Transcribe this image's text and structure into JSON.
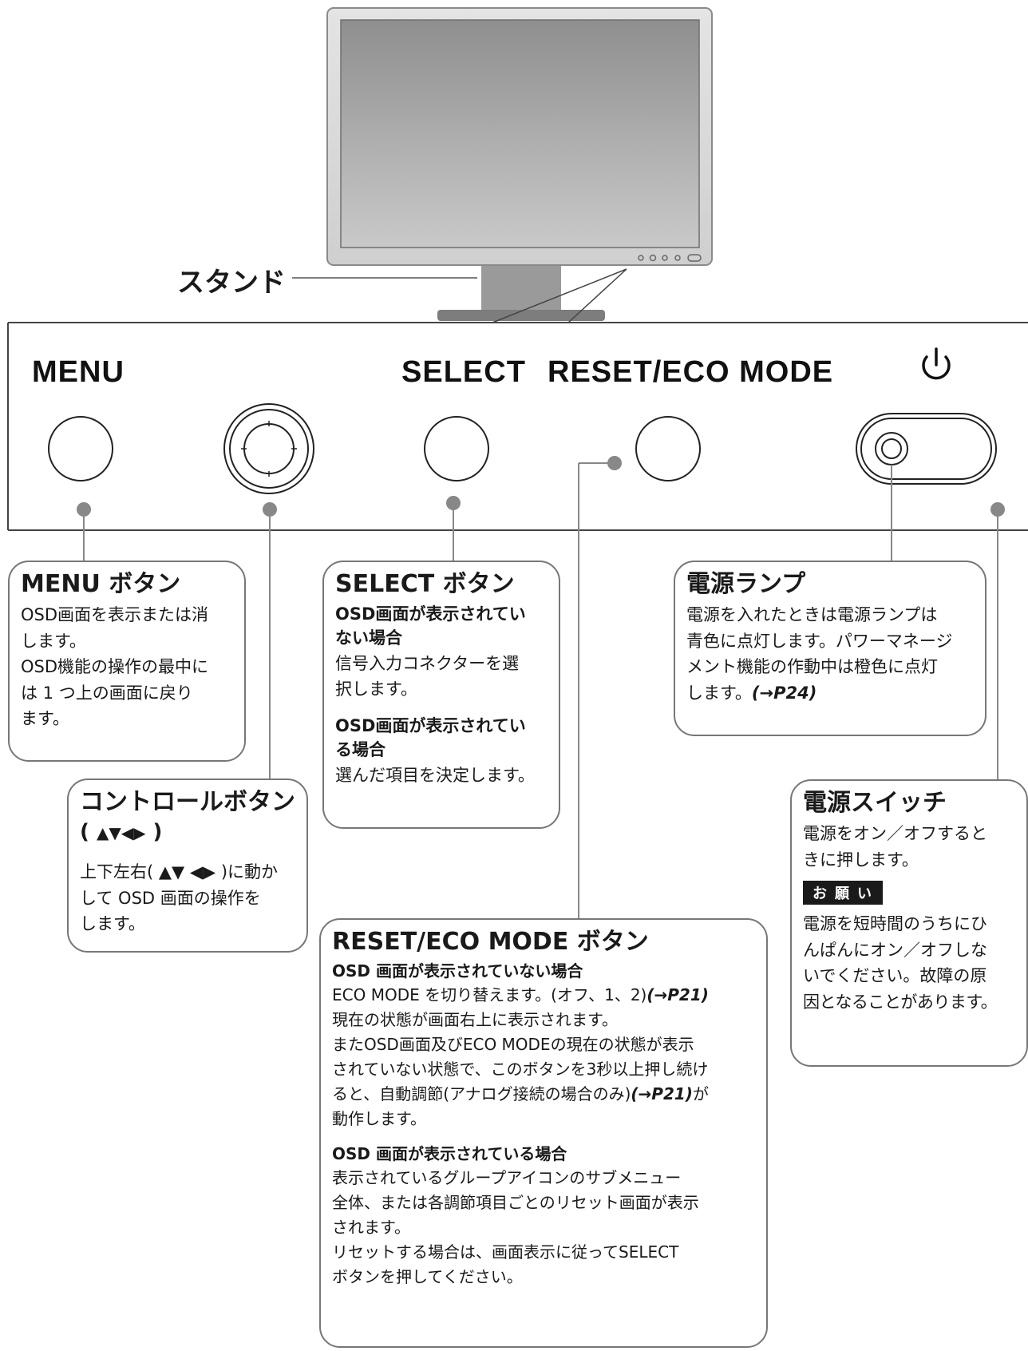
{
  "stand_label": "スタンド",
  "panel_labels": {
    "menu": "MENU",
    "select": "SELECT",
    "reset_eco": "RESET/ECO MODE"
  },
  "power_symbol": "power-icon",
  "menu_box": {
    "title": "MENU ボタン",
    "lines": [
      "OSD画面を表示または消",
      "します。",
      "OSD機能の操作の最中に",
      "は 1 つ上の画面に戻り",
      "ます。"
    ]
  },
  "control_box": {
    "title_line1": "コントロールボタン",
    "title_line2": "( ",
    "title_arrows": "▲▼◀▶",
    "title_line2_end": " )",
    "lines": [
      "上下左右( ▲▼ ◀▶ )に動か",
      "して OSD 画面の操作を",
      "します。"
    ]
  },
  "select_box": {
    "title": "SELECT ボタン",
    "sub1_l1": "OSD画面が表示されてい",
    "sub1_l2": "ない場合",
    "text1_l1": "信号入力コネクターを選",
    "text1_l2": "択します。",
    "sub2_l1": "OSD画面が表示されてい",
    "sub2_l2": "る場合",
    "text2": "選んだ項目を決定します。"
  },
  "lamp_box": {
    "title": "電源ランプ",
    "l1": "電源を入れたときは電源ランプは",
    "l2": "青色に点灯します。パワーマネージ",
    "l3": "メント機能の作動中は橙色に点灯",
    "l4_pre": "します。",
    "l4_ref": "(→P24)"
  },
  "switch_box": {
    "title": "電源スイッチ",
    "l1": "電源をオン／オフすると",
    "l2": "きに押します。",
    "note_badge": "お願い",
    "n1": "電源を短時間のうちにひ",
    "n2": "んぱんにオン／オフしな",
    "n3": "いでください。故障の原",
    "n4": "因となることがあります。"
  },
  "reset_box": {
    "title": "RESET/ECO MODE ボタン",
    "sub1": "OSD 画面が表示されていない場合",
    "t1_pre": "ECO MODE を切り替えます。(オフ、1、2)",
    "t1_ref": "(→P21)",
    "t2": "現在の状態が画面右上に表示されます。",
    "t3": "またOSD画面及びECO MODEの現在の状態が表示",
    "t4": "されていない状態で、このボタンを3秒以上押し続け",
    "t5_pre": "ると、自動調節(アナログ接続の場合のみ)",
    "t5_ref": "(→P21)",
    "t5_post": "が",
    "t6": "動作します。",
    "sub2": "OSD 画面が表示されている場合",
    "u1": "表示されているグループアイコンのサブメニュー",
    "u2": "全体、または各調節項目ごとのリセット画面が表示",
    "u3": "されます。",
    "u4": "リセットする場合は、画面表示に従ってSELECT",
    "u5": "ボタンを押してください。"
  }
}
